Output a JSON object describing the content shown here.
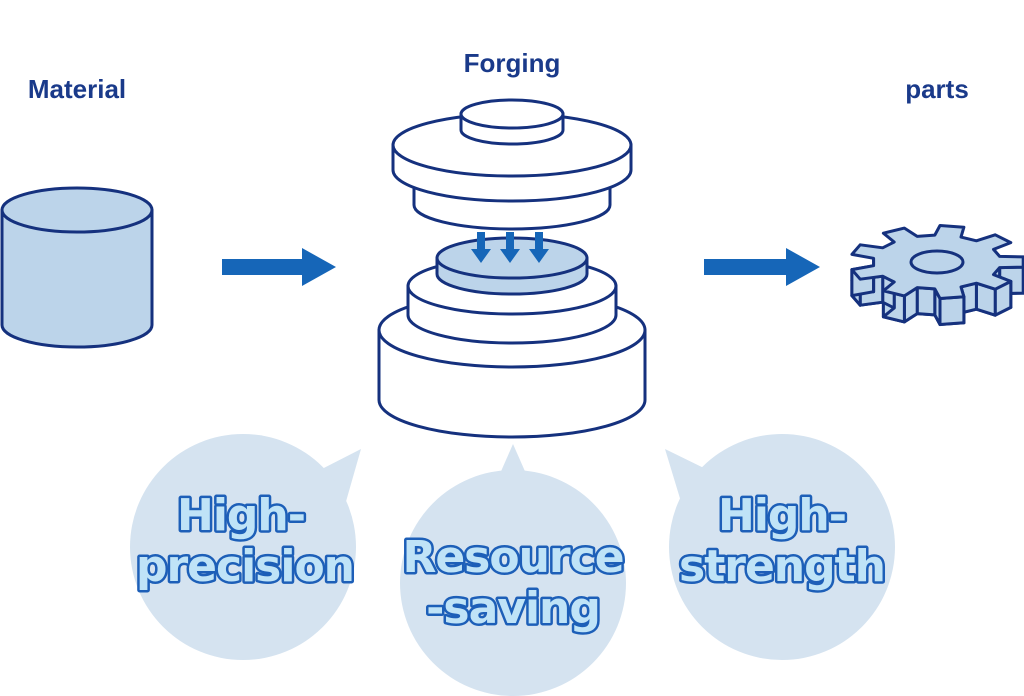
{
  "labels": {
    "material": "Material",
    "forging": "Forging",
    "parts": "parts"
  },
  "benefits": [
    {
      "lines": [
        "High-",
        "precision"
      ]
    },
    {
      "lines": [
        "Resource",
        "-saving"
      ]
    },
    {
      "lines": [
        "High-",
        "strength"
      ]
    }
  ],
  "colors": {
    "outline": "#15317e",
    "material_fill": "#bcd4ea",
    "arrow": "#1666b8",
    "bubble": "#d5e3f0",
    "bubble_text_fill": "#bfe3f7",
    "bubble_text_stroke": "#1d5fb8",
    "label": "#1a3a8a"
  },
  "icons": [
    "cylinder-icon",
    "forging-press-icon",
    "gear-icon",
    "arrow-right-icon",
    "arrow-down-icon"
  ]
}
